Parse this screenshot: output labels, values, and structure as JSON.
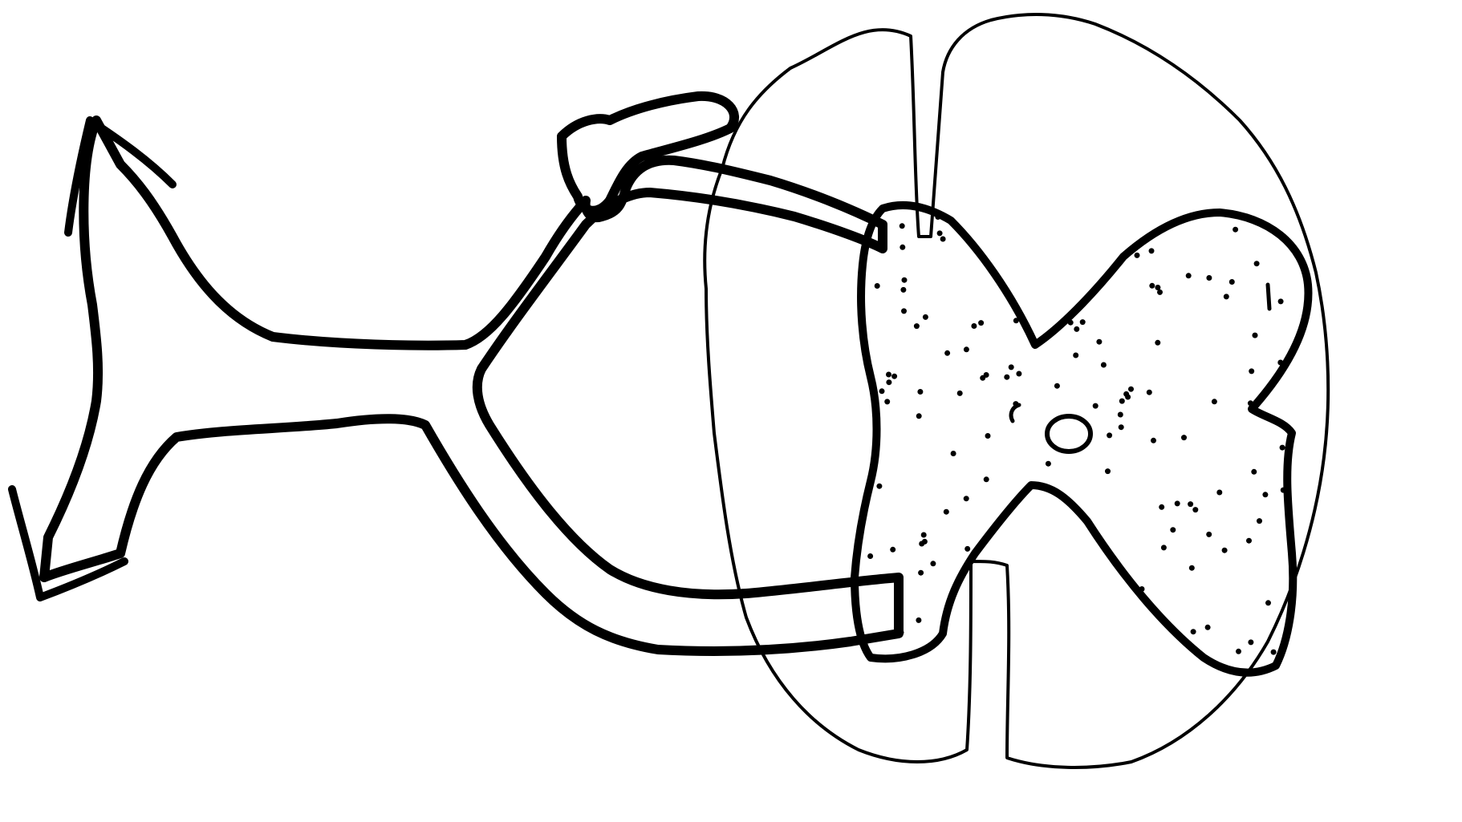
{
  "diagram": {
    "subject": "spinal-cord-cross-section-with-spinal-nerve",
    "colors": {
      "white_matter": "#EFE1B0",
      "grey_matter": "#FFF200",
      "nerve": "#FFF200",
      "central_canal": "#A8D6EA",
      "outline": "#000000",
      "background": "#FFFFFF"
    },
    "parts": [
      {
        "name": "white-matter",
        "color_key": "white_matter"
      },
      {
        "name": "grey-matter",
        "color_key": "grey_matter"
      },
      {
        "name": "central-canal",
        "color_key": "central_canal"
      },
      {
        "name": "dorsal-root",
        "color_key": "nerve"
      },
      {
        "name": "dorsal-root-ganglion",
        "color_key": "nerve"
      },
      {
        "name": "ventral-root",
        "color_key": "nerve"
      },
      {
        "name": "spinal-nerve-trunk",
        "color_key": "nerve"
      },
      {
        "name": "dorsal-ramus",
        "color_key": "nerve"
      },
      {
        "name": "ventral-ramus",
        "color_key": "nerve"
      }
    ],
    "labels": []
  }
}
